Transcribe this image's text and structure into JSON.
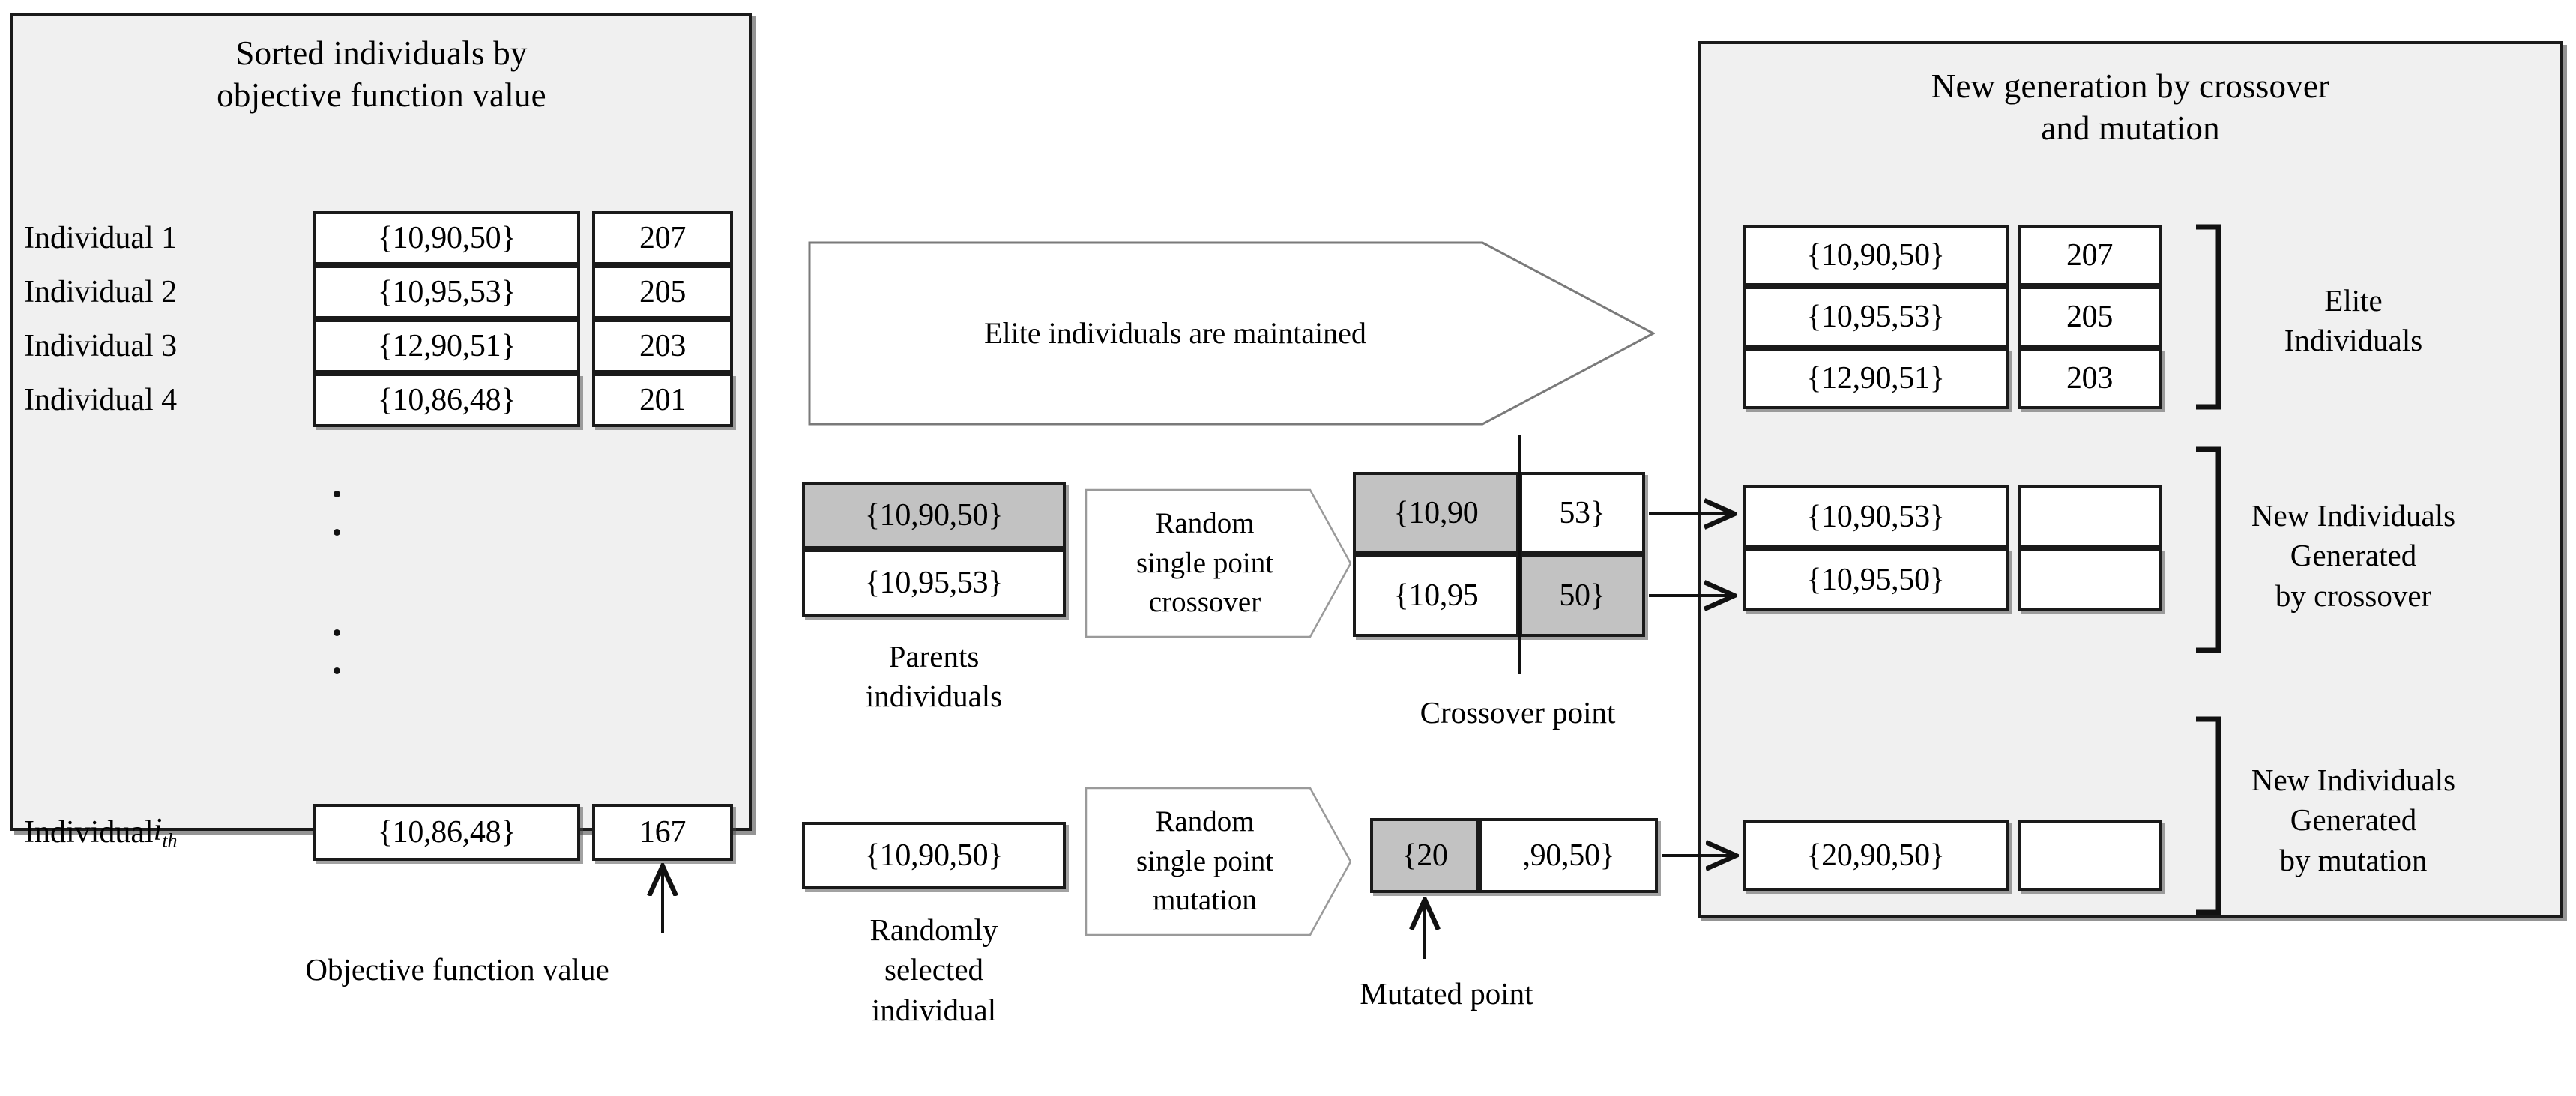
{
  "left_panel": {
    "title": "Sorted individuals by\nobjective function value",
    "rows": [
      {
        "label": "Individual 1",
        "genes": "{10,90,50}",
        "value": "207"
      },
      {
        "label": "Individual 2",
        "genes": "{10,95,53}",
        "value": "205"
      },
      {
        "label": "Individual 3",
        "genes": "{12,90,51}",
        "value": "203"
      },
      {
        "label": "Individual 4",
        "genes": "{10,86,48}",
        "value": "201"
      }
    ],
    "ellipsis": "⋮",
    "last_row": {
      "label_prefix": "Individual ",
      "label_italic": "i",
      "label_sub": "th",
      "genes": "{10,86,48}",
      "value": "167"
    },
    "annotation": "Objective function value"
  },
  "middle": {
    "elite_banner": "Elite individuals are maintained",
    "crossover": {
      "parents": [
        {
          "genes": "{10,90,50}",
          "highlight": true
        },
        {
          "genes": "{10,95,53}",
          "highlight": false
        }
      ],
      "parents_caption": "Parents\nindividuals",
      "operator_label": "Random\nsingle point\ncrossover",
      "children": [
        {
          "left": "{10,90",
          "right": "53}",
          "left_highlight": true,
          "right_highlight": false
        },
        {
          "left": "{10,95",
          "right": "50}",
          "left_highlight": false,
          "right_highlight": true
        }
      ],
      "point_caption": "Crossover point"
    },
    "mutation": {
      "source": {
        "genes": "{10,90,50}"
      },
      "source_caption": "Randomly\nselected\nindividual",
      "operator_label": "Random\nsingle point\nmutation",
      "result": {
        "left": "{20",
        "right": ",90,50}",
        "left_highlight": true
      },
      "point_caption": "Mutated point"
    }
  },
  "right_panel": {
    "title": "New generation by crossover\nand mutation",
    "elite_rows": [
      {
        "genes": "{10,90,50}",
        "value": "207"
      },
      {
        "genes": "{10,95,53}",
        "value": "205"
      },
      {
        "genes": "{12,90,51}",
        "value": "203"
      }
    ],
    "elite_bracket_label": "Elite\nIndividuals",
    "crossover_rows": [
      {
        "genes": "{10,90,53}",
        "value": ""
      },
      {
        "genes": "{10,95,50}",
        "value": ""
      }
    ],
    "crossover_bracket_label": "New Individuals\nGenerated\nby crossover",
    "mutation_rows": [
      {
        "genes": "{20,90,50}",
        "value": ""
      }
    ],
    "mutation_bracket_label": "New Individuals\nGenerated\nby mutation"
  },
  "colors": {
    "panel_bg": "#f0f0f0",
    "highlight_gray": "#c2c2c2",
    "stroke": "#1a1a1a",
    "cell_bg": "#ffffff"
  }
}
